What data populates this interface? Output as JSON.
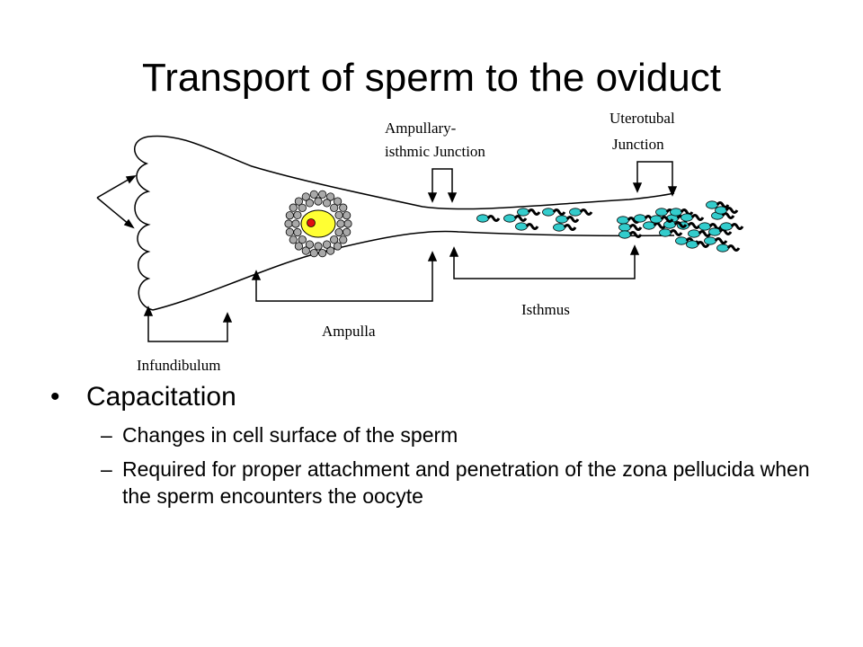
{
  "slide": {
    "title": "Transport of sperm to the oviduct"
  },
  "diagram": {
    "labels": {
      "ampullary_line1": "Ampullary-",
      "ampullary_line2": "isthmic Junction",
      "uterotubal_line1": "Uterotubal",
      "uterotubal_line2": "Junction",
      "isthmus": "Isthmus",
      "ampulla": "Ampulla",
      "infundibulum": "Infundibulum"
    },
    "colors": {
      "sperm_head": "#33cccc",
      "oocyte_yolk": "#ffff33",
      "oocyte_nucleus": "#e01010",
      "cumulus_cells": "#a9a9a9"
    }
  },
  "bullets": {
    "main": "Capacitation",
    "sub": [
      "Changes in cell surface of the sperm",
      "Required for proper attachment and penetration of the zona pellucida when the sperm encounters the oocyte"
    ]
  }
}
